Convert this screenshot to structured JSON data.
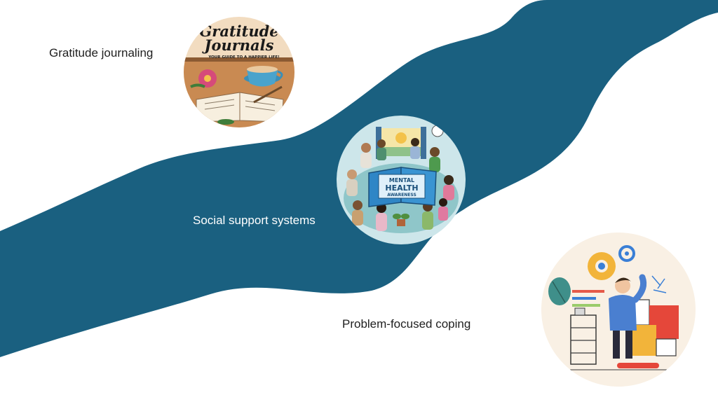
{
  "slide": {
    "colors": {
      "wave": "#1a6080",
      "background": "#ffffff"
    },
    "items": [
      {
        "label": "Gratitude journaling",
        "image_text": {
          "title_line1": "Gratitude",
          "title_line2": "Journals",
          "tagline": "YOUR GUIDE TO A HAPPIER LIFE!"
        }
      },
      {
        "label": "Social support systems",
        "image_text": {
          "book_line1": "MENTAL",
          "book_line2": "HEALTH",
          "book_line3": "AWARENESS"
        }
      },
      {
        "label": "Problem-focused coping"
      }
    ]
  }
}
